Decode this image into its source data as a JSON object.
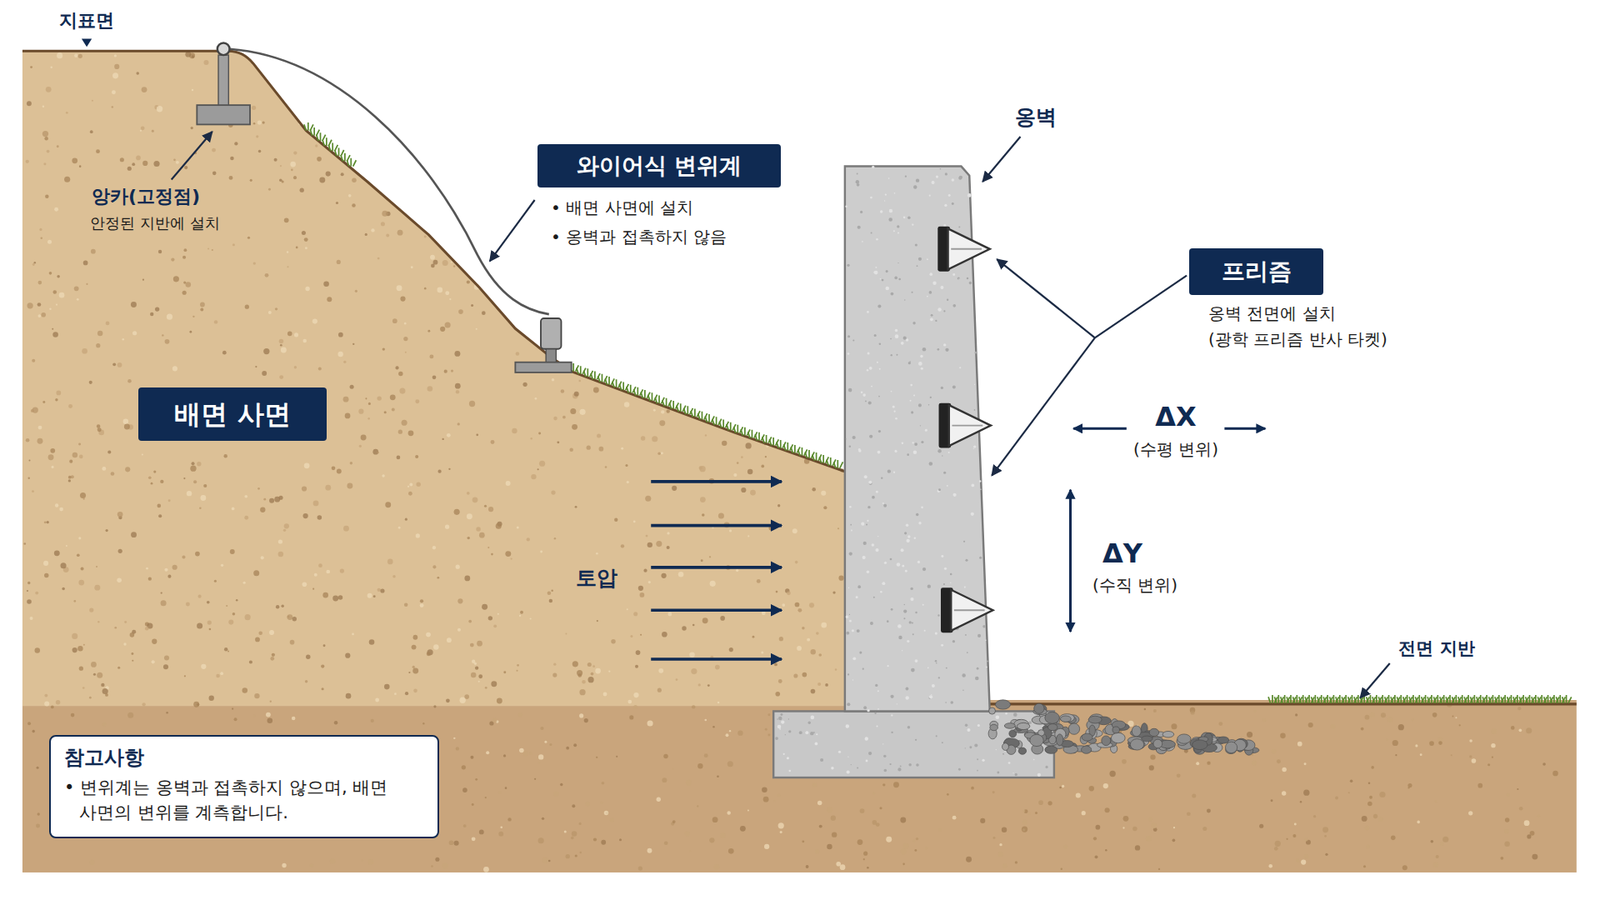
{
  "diagram": {
    "nodes": [
      {
        "text": [
          "와이어식 변위계",
          "• 배면 사면에 설치",
          "• 옹벽과 접촉하지 않음"
        ]
      },
      {
        "text": [
          "프리즘",
          "옹벽 전면에 설치",
          "(광학 프리즘 반사 타켓)"
        ]
      },
      {
        "text": [
          "배면 사면"
        ]
      },
      {
        "text": [
          "참고사항",
          "• 변위계는 옹벽과 접촉하지 않으며, 배면 사면의 변위를 계측합니다."
        ]
      }
    ],
    "labels": [
      "지표면",
      "앙카(고정점)",
      "안정된 지반에 설치",
      "옹벽",
      "ΔX",
      "(수평 변위)",
      "ΔY",
      "(수직 변위)",
      "토압",
      "전면 지반"
    ]
  }
}
